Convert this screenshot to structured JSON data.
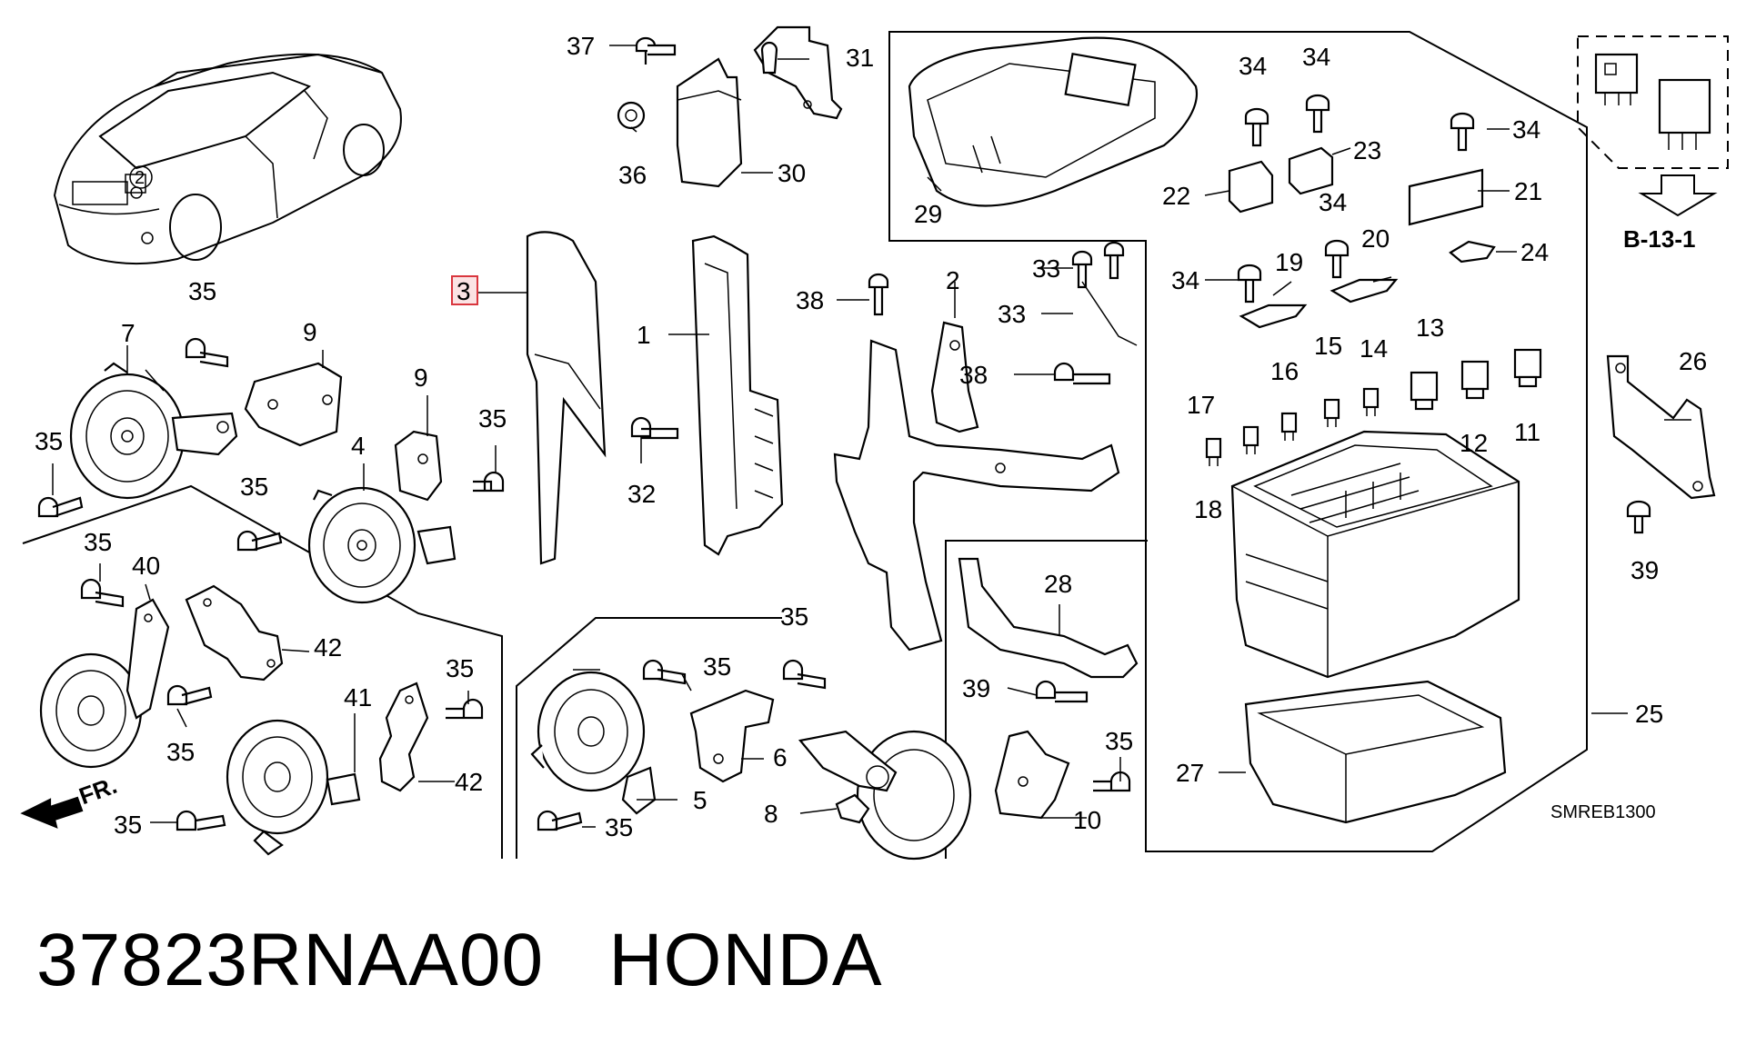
{
  "diagram": {
    "labels": {
      "l1": "1",
      "l2": "2",
      "l3": "3",
      "l4": "4",
      "l5": "5",
      "l6": "6",
      "l7": "7",
      "l8": "8",
      "l9a": "9",
      "l9b": "9",
      "l10": "10",
      "l11": "11",
      "l12": "12",
      "l13": "13",
      "l14": "14",
      "l15": "15",
      "l16": "16",
      "l17": "17",
      "l18": "18",
      "l19": "19",
      "l20": "20",
      "l21": "21",
      "l22": "22",
      "l23": "23",
      "l24": "24",
      "l25": "25",
      "l26": "26",
      "l27": "27",
      "l28": "28",
      "l29": "29",
      "l30": "30",
      "l31": "31",
      "l32": "32",
      "l33a": "33",
      "l33b": "33",
      "l34a": "34",
      "l34b": "34",
      "l34c": "34",
      "l34d": "34",
      "l34e": "34",
      "l35a": "35",
      "l35b": "35",
      "l35c": "35",
      "l35d": "35",
      "l35e": "35",
      "l35f": "35",
      "l35g": "35",
      "l35h": "35",
      "l35i": "35",
      "l35j": "35",
      "l35k": "35",
      "l35l": "35",
      "l36": "36",
      "l37": "37",
      "l38a": "38",
      "l38b": "38",
      "l39a": "39",
      "l39b": "39",
      "l40": "40",
      "l41": "41",
      "l42a": "42",
      "l42b": "42"
    },
    "ref_label": "B-13-1",
    "front_label": "FR.",
    "code": "SMREB1300"
  },
  "footer": {
    "part_number": "37823RNAA00",
    "brand": "HONDA"
  },
  "colors": {
    "highlight_stroke": "#d9363e",
    "highlight_fill": "#fbe3e4"
  }
}
